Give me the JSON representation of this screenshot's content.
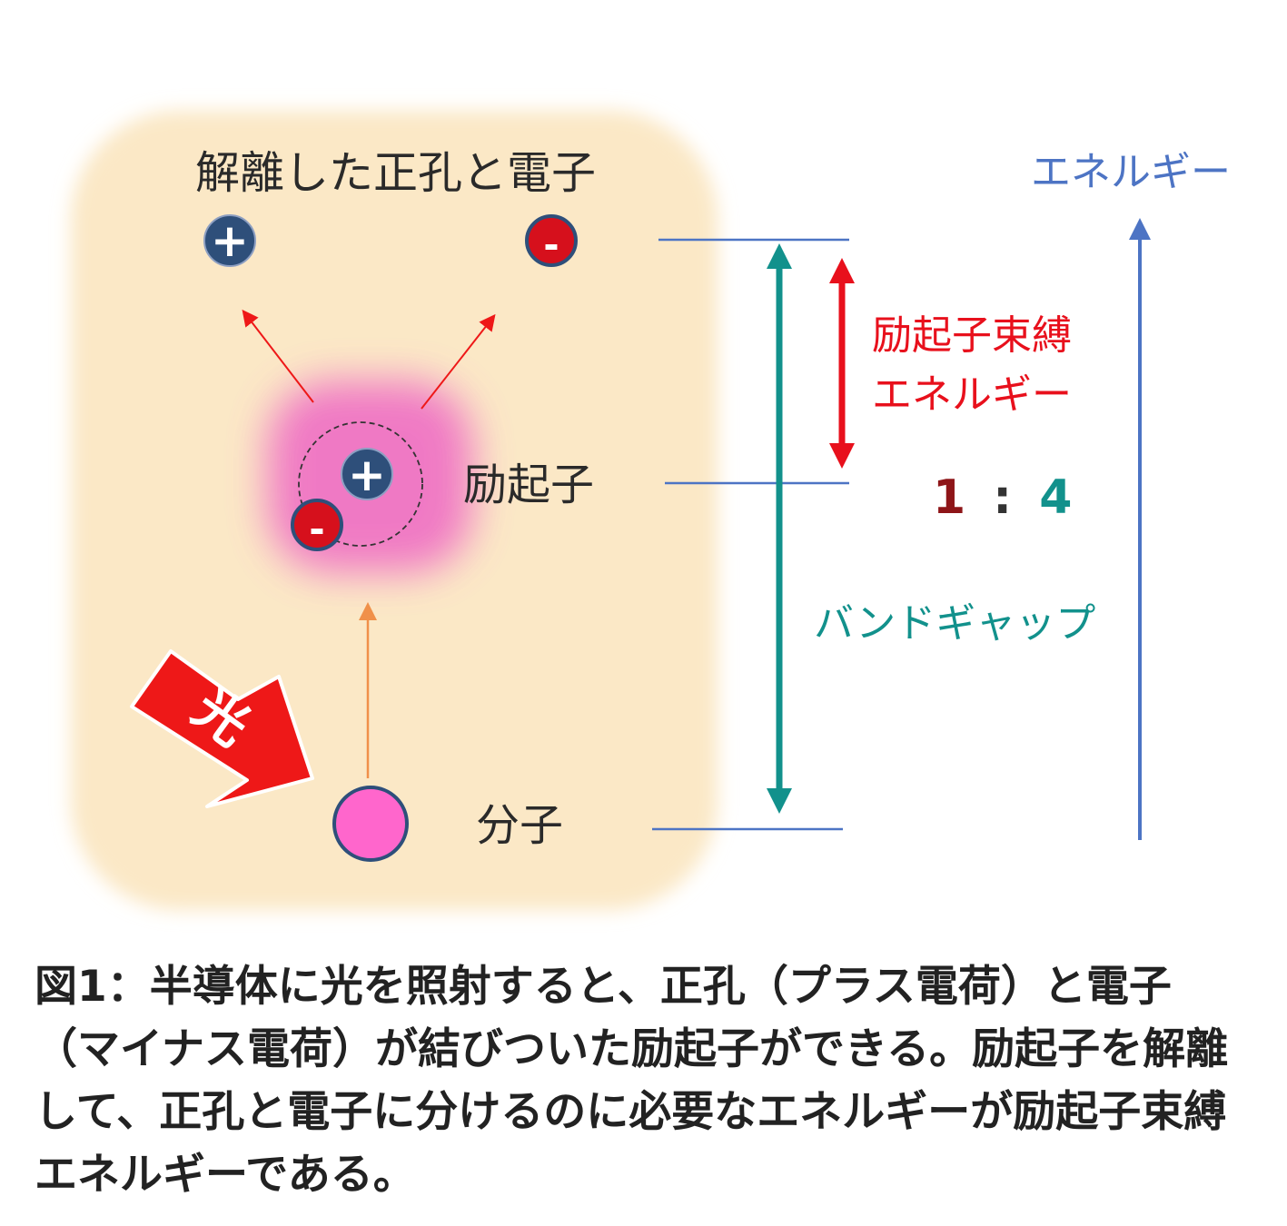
{
  "colors": {
    "panel": "#fbe8c6",
    "exciton_glow": "#ee66c4",
    "particle_fill": "#2e4f7a",
    "electron_fill": "#d6101c",
    "molecule_fill": "#ff66cc",
    "level_line": "#4d74c4",
    "exciton_binding": "#e8101c",
    "band_gap": "#12918c",
    "energy_axis": "#4d74c4",
    "excitation_arrow": "#f0904a",
    "light_arrow": "#ee1818"
  },
  "labels": {
    "dissociated": "解離した正孔と電子",
    "exciton": "励起子",
    "molecule": "分子",
    "light": "光",
    "energy": "エネルギー",
    "binding_line1": "励起子束縛",
    "binding_line2": "エネルギー",
    "band_gap": "バンドギャップ",
    "ratio_left": "1",
    "ratio_sep": ":",
    "ratio_right": "4",
    "hole_sign": "+",
    "electron_sign": "-"
  },
  "caption": "図1：半導体に光を照射すると、正孔（プラス電荷）と電子（マイナス電荷）が結びついた励起子ができる。励起子を解離して、正孔と電子に分けるのに必要なエネルギーが励起子束縛エネルギーである。"
}
